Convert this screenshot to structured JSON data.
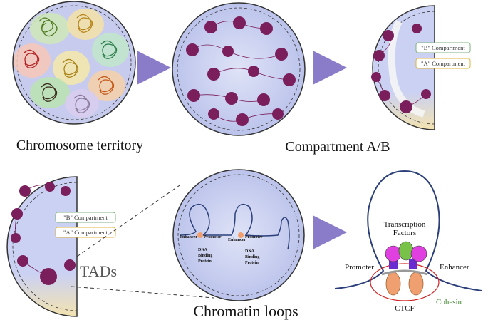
{
  "labels": {
    "chromosome_territory": "Chromosome territory",
    "compartment_ab": "Compartment A/B",
    "b_compartment": "\"B\" Compartment",
    "a_compartment": "\"A\" Compartment",
    "tads": "TADs",
    "chromatin_loops": "Chromatin loops",
    "enhancer": "Enhancer",
    "promoter": "Promoter",
    "dna_binding_protein_1": "DNA",
    "dna_binding_protein_2": "Binding",
    "dna_binding_protein_3": "Protein",
    "transcription_factors_1": "Transcription",
    "transcription_factors_2": "Factors",
    "promoter_large": "Promoter",
    "enhancer_large": "Enhancer",
    "ctcf": "CTCF",
    "cohesin": "Cohesin"
  },
  "colors": {
    "nucleus_fill": "#c9cff0",
    "nucleus_stroke": "#3b4a7a",
    "chromatin": "#7a1f5c",
    "arrow": "#8a7cc8",
    "b_compartment_border": "#7fb27f",
    "a_compartment_border": "#e0b33a",
    "loop_line": "#2b3f7a",
    "magenta": "#e040e0",
    "green": "#79c24a",
    "purple": "#6a2bd0",
    "orange": "#f0a070",
    "red_ellipse": "#d02020"
  }
}
